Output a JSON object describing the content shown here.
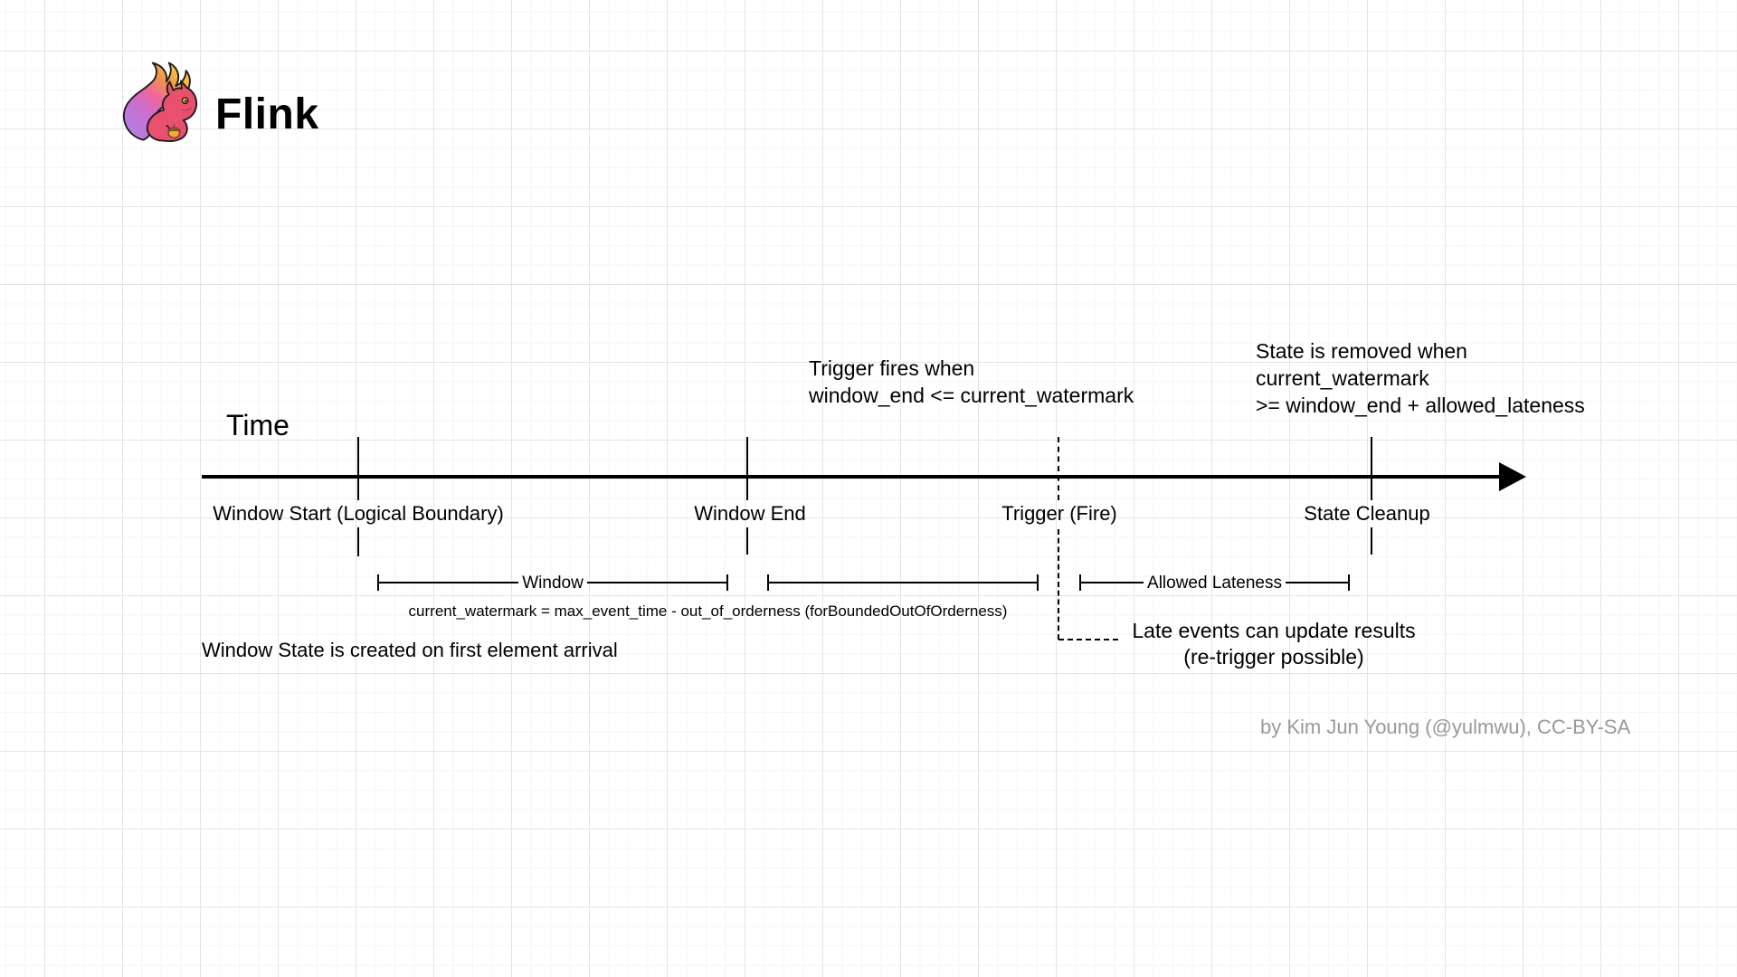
{
  "header": {
    "logo_text": "Flink",
    "logo_icon": "flink-squirrel"
  },
  "diagram": {
    "axis": {
      "label": "Time"
    },
    "points": [
      {
        "id": "window-start",
        "label": "Window Start (Logical Boundary)",
        "line_style": "solid"
      },
      {
        "id": "window-end",
        "label": "Window End",
        "line_style": "solid"
      },
      {
        "id": "trigger",
        "label": "Trigger (Fire)",
        "line_style": "dashed"
      },
      {
        "id": "state-cleanup",
        "label": "State Cleanup",
        "line_style": "solid"
      }
    ],
    "brackets": [
      {
        "label": "Window"
      },
      {
        "label": ""
      },
      {
        "label": "Allowed Lateness"
      }
    ],
    "notes": {
      "trigger_note": "Trigger fires when\nwindow_end <= current_watermark",
      "state_note": "State is removed when\ncurrent_watermark\n>= window_end + allowed_lateness",
      "watermark_formula": "current_watermark = max_event_time - out_of_orderness (forBoundedOutOfOrderness)",
      "window_state_note": "Window State is created on first element arrival",
      "late_events_note": "Late events can update results\n(re-trigger possible)"
    },
    "attribution": "by Kim Jun Young (@yulmwu), CC-BY-SA"
  },
  "colors": {
    "line": "#000000",
    "attribution_gray": "#999999",
    "grid_major": "#e4e4e4",
    "grid_minor": "#f6f6f6",
    "squirrel_body": "#e8506e",
    "tail_purple": "#a987ea",
    "tail_pink": "#ee64a2",
    "tail_orange": "#f2924e",
    "tail_yellow": "#ffc93d",
    "acorn": "#f6a93b"
  }
}
